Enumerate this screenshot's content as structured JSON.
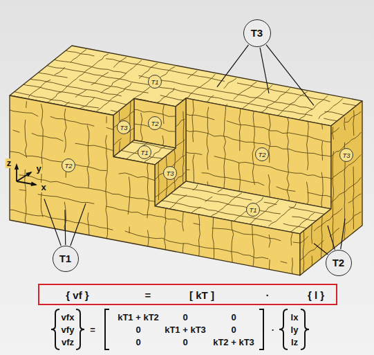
{
  "diagram": {
    "nodes": [
      {
        "text": [
          "T3"
        ]
      },
      {
        "text": [
          "T1"
        ]
      },
      {
        "text": [
          "T2"
        ]
      },
      {
        "text": [
          "T3"
        ]
      },
      {
        "text": [
          "T1"
        ]
      },
      {
        "text": [
          "T2"
        ]
      },
      {
        "text": [
          "T3"
        ]
      },
      {
        "text": [
          "T2"
        ]
      },
      {
        "text": [
          "T3"
        ]
      },
      {
        "text": [
          "T1"
        ]
      },
      {
        "text": [
          "T1"
        ]
      },
      {
        "text": [
          "T2"
        ]
      },
      {
        "text": [
          "{ vf }",
          "=",
          "[ kT ]",
          "·",
          "{ l }"
        ]
      }
    ],
    "labels": [
      "z",
      "y",
      "x",
      "vfx",
      "vfy",
      "vfz",
      "=",
      "kT1 + kT2",
      "0",
      "0",
      "0",
      "kT1 + kT3",
      "0",
      "0",
      "0",
      "kT2 + kT3",
      "·",
      "lx",
      "ly",
      "lz"
    ]
  }
}
